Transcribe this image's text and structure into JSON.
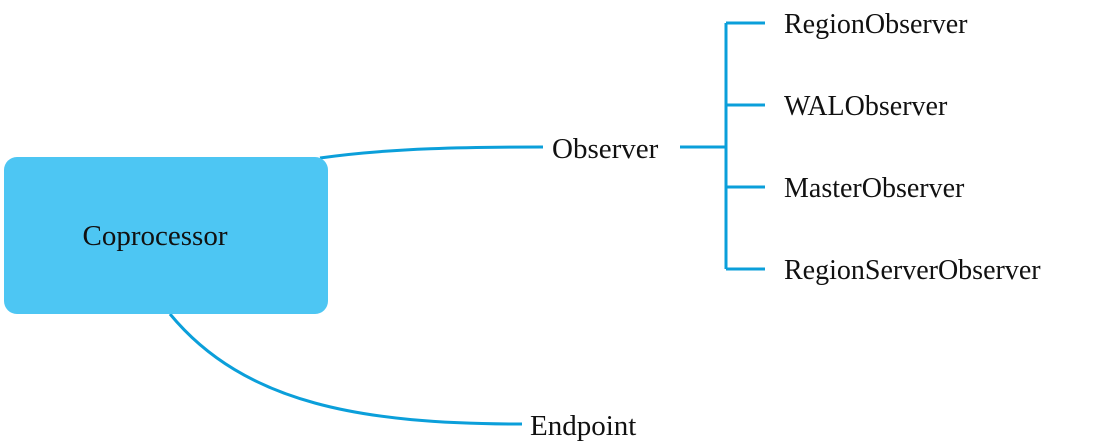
{
  "colors": {
    "root_fill": "#4DC6F3",
    "edge": "#0B9FDA",
    "text": "#111111"
  },
  "mind_map": {
    "root": {
      "label": "Coprocessor"
    },
    "branches": [
      {
        "label": "Observer",
        "children": [
          {
            "label": "RegionObserver"
          },
          {
            "label": "WALObserver"
          },
          {
            "label": "MasterObserver"
          },
          {
            "label": "RegionServerObserver"
          }
        ]
      },
      {
        "label": "Endpoint",
        "children": []
      }
    ]
  }
}
